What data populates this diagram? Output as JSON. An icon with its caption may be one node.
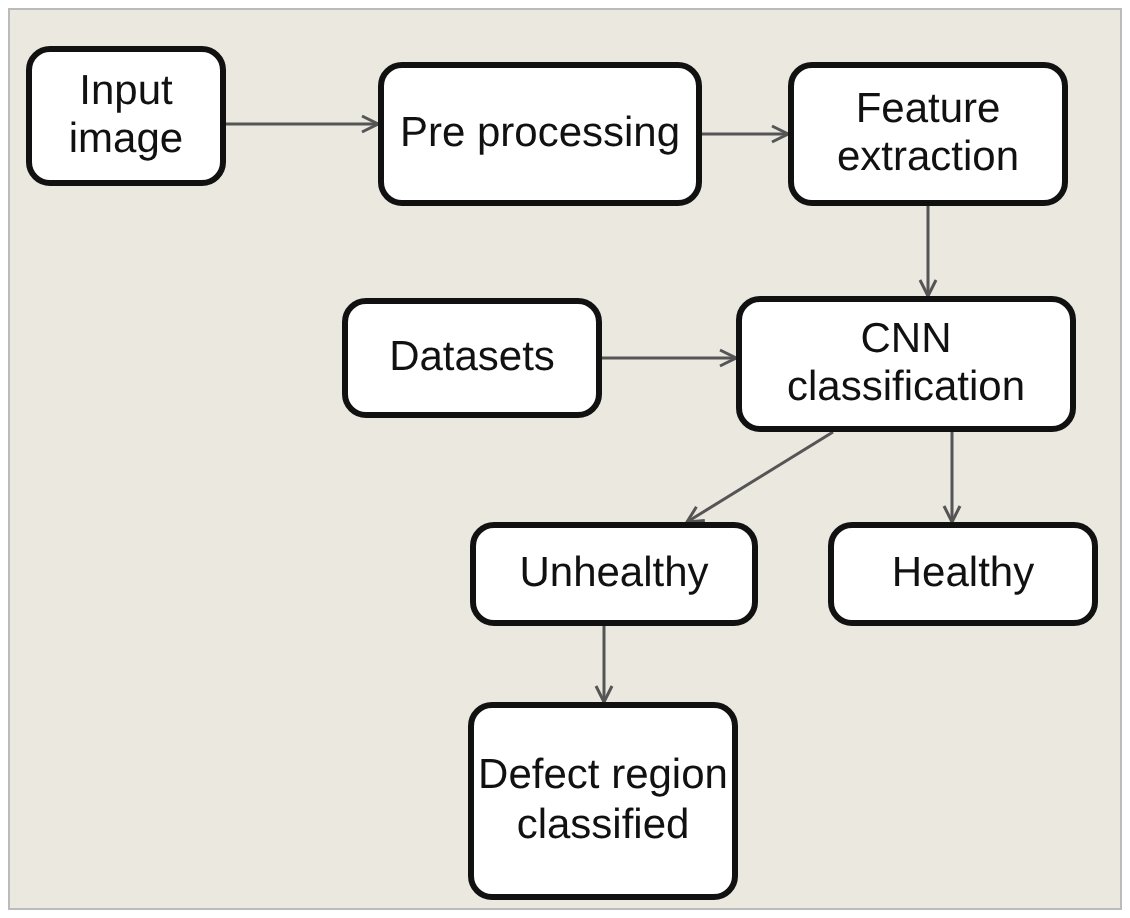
{
  "diagram": {
    "nodes": [
      {
        "text": [
          "Input image"
        ]
      },
      {
        "text": [
          "Pre processing"
        ]
      },
      {
        "text": [
          "Feature extraction"
        ]
      },
      {
        "text": [
          "Datasets"
        ]
      },
      {
        "text": [
          "CNN classification"
        ]
      },
      {
        "text": [
          "Unhealthy"
        ]
      },
      {
        "text": [
          "Healthy"
        ]
      },
      {
        "text": [
          "Defect region classified"
        ]
      }
    ],
    "edges": [
      {
        "from": 0,
        "to": 1,
        "arrow": "to"
      },
      {
        "from": 1,
        "to": 2,
        "arrow": "to"
      },
      {
        "from": 2,
        "to": 4,
        "arrow": "to"
      },
      {
        "from": 3,
        "to": 4,
        "arrow": "to"
      },
      {
        "from": 4,
        "to": 5,
        "arrow": "to"
      },
      {
        "from": 4,
        "to": 6,
        "arrow": "to"
      },
      {
        "from": 5,
        "to": 7,
        "arrow": "to"
      }
    ]
  }
}
